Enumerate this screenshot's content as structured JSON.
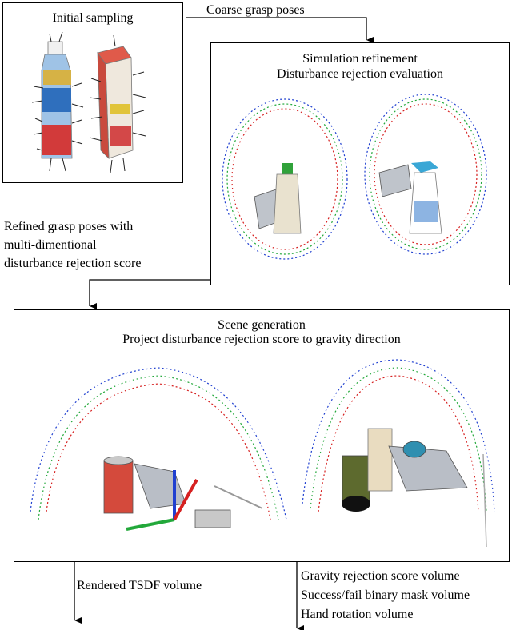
{
  "boxes": {
    "initial": {
      "title": "Initial sampling"
    },
    "sim": {
      "title_line1": "Simulation refinement",
      "title_line2": "Disturbance rejection evaluation"
    },
    "scene": {
      "title_line1": "Scene generation",
      "title_line2": "Project disturbance rejection score to gravity direction"
    }
  },
  "labels": {
    "coarse": "Coarse grasp poses",
    "refined_line1": "Refined grasp poses with",
    "refined_line2": "multi-dimentional",
    "refined_line3": "disturbance rejection score",
    "tsdf": "Rendered TSDF volume",
    "out_line1": "Gravity rejection score volume",
    "out_line2": "Success/fail binary mask volume",
    "out_line3": "Hand rotation volume"
  },
  "colors": {
    "axis_red": "#d62020",
    "axis_green": "#22a83a",
    "axis_blue": "#2040d0",
    "line": "#000000"
  }
}
